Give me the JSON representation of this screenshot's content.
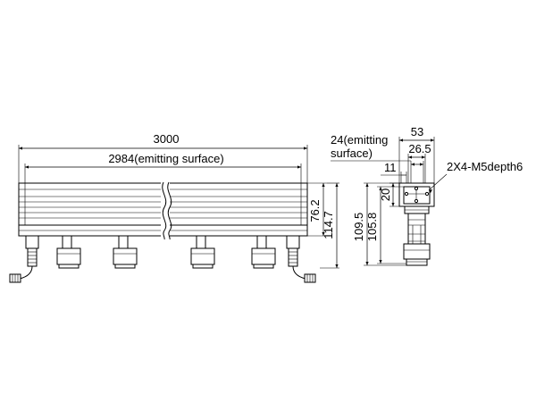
{
  "front_view": {
    "overall_length": "3000",
    "emitting_length": "2984(emitting surface)",
    "height_body": "76.2",
    "height_total": "114.7"
  },
  "side_view": {
    "width": "53",
    "inner_width": "26.5",
    "emitting_width_line1": "24(emitting",
    "emitting_width_line2": "surface)",
    "offset": "11",
    "top_offset": "20",
    "height_total": "109.5",
    "height_inner": "105.8",
    "thread_note": "2X4-M5depth6"
  }
}
